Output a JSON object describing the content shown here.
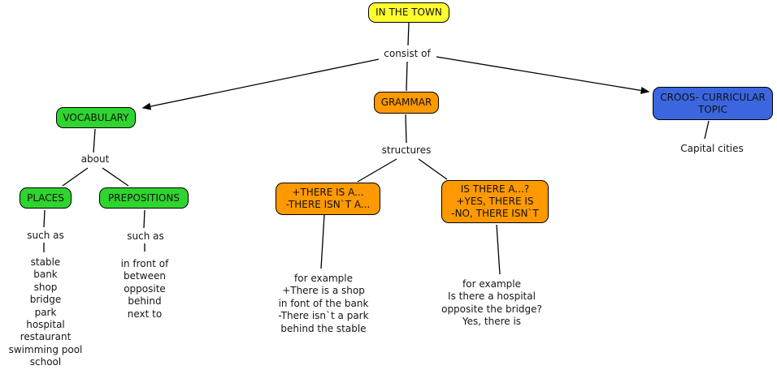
{
  "nodes": {
    "in_the_town": "IN THE TOWN",
    "vocabulary": "VOCABULARY",
    "grammar": "GRAMMAR",
    "cross_curricular": "CROOS- CURRICULAR TOPIC",
    "places": "PLACES",
    "prepositions": "PREPOSITIONS",
    "there_is": [
      "+THERE IS A...",
      "-THERE ISN`T A..."
    ],
    "is_there": [
      "IS THERE A...?",
      "+YES, THERE IS",
      "-NO, THERE ISN`T"
    ]
  },
  "links": {
    "consist_of": "consist of",
    "about": "about",
    "structures": "structures",
    "such_as_places": "such as",
    "such_as_prepositions": "such as"
  },
  "leaves": {
    "capital_cities": "Capital cities",
    "places_list": [
      "stable",
      "bank",
      "shop",
      "bridge",
      "park",
      "hospital",
      "restaurant",
      "swimming pool",
      "school"
    ],
    "prepositions_list": [
      "in front of",
      "between",
      "opposite",
      "behind",
      "next to"
    ],
    "there_is_example": [
      "for example",
      "+There is a shop",
      "in font of the bank",
      "-There isn`t a park",
      "behind the stable"
    ],
    "is_there_example": [
      "for example",
      "Is there a hospital",
      "opposite the bridge?",
      "Yes, there is"
    ]
  },
  "colors": {
    "topic_yellow": "#ffff2e",
    "vocabulary_green": "#2fd42f",
    "grammar_orange": "#ff9900",
    "cross_curricular_blue": "#3b66e0",
    "line_black": "#000000"
  }
}
